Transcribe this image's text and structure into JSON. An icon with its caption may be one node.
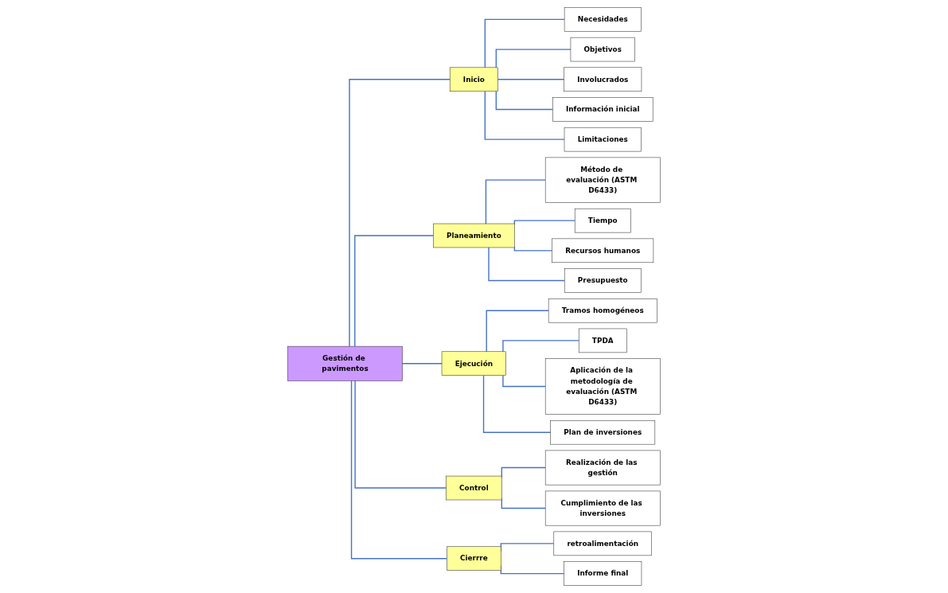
{
  "diagram": {
    "nodes": [
      {
        "text": [
          "Gestión de pavimentos"
        ]
      },
      {
        "text": [
          "Inicio"
        ]
      },
      {
        "text": [
          "Necesidades"
        ]
      },
      {
        "text": [
          "Objetivos"
        ]
      },
      {
        "text": [
          "Involucrados"
        ]
      },
      {
        "text": [
          "Información inicial"
        ]
      },
      {
        "text": [
          "Limitaciones"
        ]
      },
      {
        "text": [
          "Planeamiento"
        ]
      },
      {
        "text": [
          "Método de evaluación (ASTM D6433)"
        ]
      },
      {
        "text": [
          "Tiempo"
        ]
      },
      {
        "text": [
          "Recursos humanos"
        ]
      },
      {
        "text": [
          "Presupuesto"
        ]
      },
      {
        "text": [
          "Ejecución"
        ]
      },
      {
        "text": [
          "Tramos homogéneos"
        ]
      },
      {
        "text": [
          "TPDA"
        ]
      },
      {
        "text": [
          "Aplicación de la metodología de evaluación (ASTM D6433)"
        ]
      },
      {
        "text": [
          "Plan de inversiones"
        ]
      },
      {
        "text": [
          "Control"
        ]
      },
      {
        "text": [
          "Realización de las gestión"
        ]
      },
      {
        "text": [
          "Cumplimiento de las inversiones"
        ]
      },
      {
        "text": [
          "Cierrre"
        ]
      },
      {
        "text": [
          "retroalimentación"
        ]
      },
      {
        "text": [
          "Informe final"
        ]
      }
    ],
    "edges": [
      {
        "from": 0,
        "to": 1,
        "arrow": "none"
      },
      {
        "from": 0,
        "to": 7,
        "arrow": "none"
      },
      {
        "from": 0,
        "to": 12,
        "arrow": "none"
      },
      {
        "from": 0,
        "to": 17,
        "arrow": "none"
      },
      {
        "from": 0,
        "to": 20,
        "arrow": "none"
      },
      {
        "from": 1,
        "to": 2,
        "arrow": "none"
      },
      {
        "from": 1,
        "to": 3,
        "arrow": "none"
      },
      {
        "from": 1,
        "to": 4,
        "arrow": "none"
      },
      {
        "from": 1,
        "to": 5,
        "arrow": "none"
      },
      {
        "from": 1,
        "to": 6,
        "arrow": "none"
      },
      {
        "from": 7,
        "to": 8,
        "arrow": "none"
      },
      {
        "from": 7,
        "to": 9,
        "arrow": "none"
      },
      {
        "from": 7,
        "to": 10,
        "arrow": "none"
      },
      {
        "from": 7,
        "to": 11,
        "arrow": "none"
      },
      {
        "from": 12,
        "to": 13,
        "arrow": "none"
      },
      {
        "from": 12,
        "to": 14,
        "arrow": "none"
      },
      {
        "from": 12,
        "to": 15,
        "arrow": "none"
      },
      {
        "from": 12,
        "to": 16,
        "arrow": "none"
      },
      {
        "from": 17,
        "to": 18,
        "arrow": "none"
      },
      {
        "from": 17,
        "to": 19,
        "arrow": "none"
      },
      {
        "from": 20,
        "to": 21,
        "arrow": "none"
      },
      {
        "from": 20,
        "to": 22,
        "arrow": "none"
      }
    ]
  }
}
